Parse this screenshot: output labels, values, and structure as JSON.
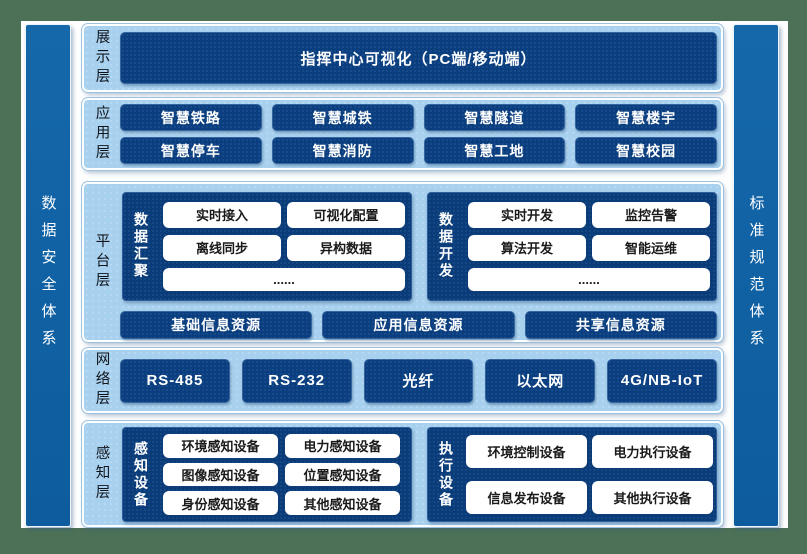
{
  "palette": {
    "frame_green": "#4d7156",
    "panel_light_blue": "#a8d1ef",
    "box_navy": "#0a3e7e",
    "side_bar_blue": "#1061a3",
    "white_box": "#ffffff"
  },
  "sidebars": {
    "left": "数据安全体系",
    "right": "标准规范体系"
  },
  "layers": [
    {
      "label": "展示层",
      "items": [
        "指挥中心可视化（PC端/移动端）"
      ]
    },
    {
      "label": "应用层",
      "items": [
        "智慧铁路",
        "智慧城铁",
        "智慧隧道",
        "智慧楼宇",
        "智慧停车",
        "智慧消防",
        "智慧工地",
        "智慧校园"
      ]
    },
    {
      "label": "平台层",
      "groups": [
        {
          "label": "数据汇聚",
          "items": [
            "实时接入",
            "可视化配置",
            "离线同步",
            "异构数据",
            "......"
          ]
        },
        {
          "label": "数据开发",
          "items": [
            "实时开发",
            "监控告警",
            "算法开发",
            "智能运维",
            "......"
          ]
        }
      ],
      "resources": [
        "基础信息资源",
        "应用信息资源",
        "共享信息资源"
      ]
    },
    {
      "label": "网络层",
      "items": [
        "RS-485",
        "RS-232",
        "光纤",
        "以太网",
        "4G/NB-IoT"
      ]
    },
    {
      "label": "感知层",
      "groups": [
        {
          "label": "感知设备",
          "items": [
            "环境感知设备",
            "电力感知设备",
            "图像感知设备",
            "位置感知设备",
            "身份感知设备",
            "其他感知设备"
          ]
        },
        {
          "label": "执行设备",
          "items": [
            "环境控制设备",
            "电力执行设备",
            "信息发布设备",
            "其他执行设备"
          ]
        }
      ]
    }
  ]
}
